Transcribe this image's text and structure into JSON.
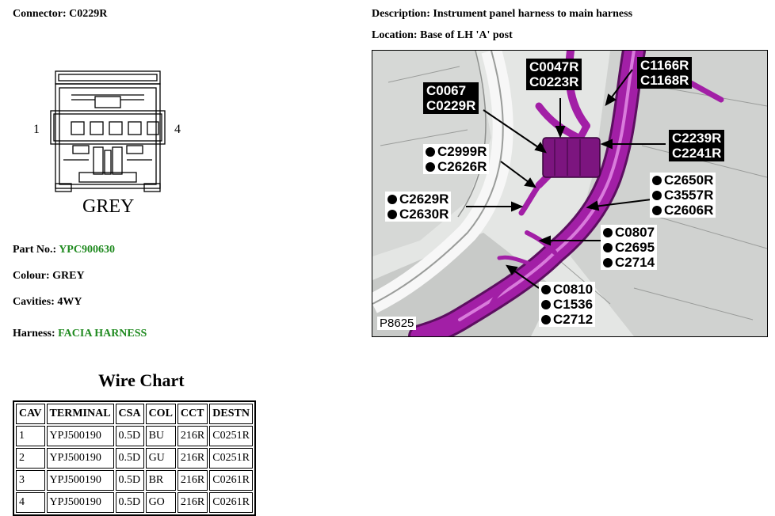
{
  "header": {
    "connector_label": "Connector:",
    "connector_value": "C0229R",
    "description_label": "Description:",
    "description_value": "Instrument panel harness to main harness",
    "location_label": "Location:",
    "location_value": "Base of LH 'A' post"
  },
  "connector_drawing": {
    "pin_left": "1",
    "pin_right": "4",
    "color_text": "GREY"
  },
  "details": {
    "part_label": "Part No.:",
    "part_value": "YPC900630",
    "colour_label": "Colour:",
    "colour_value": "GREY",
    "cavities_label": "Cavities:",
    "cavities_value": "4WY",
    "harness_label": "Harness:",
    "harness_value": "FACIA HARNESS",
    "link_color": "#1f8a1f"
  },
  "wire_chart": {
    "title": "Wire Chart",
    "headers": [
      "CAV",
      "TERMINAL",
      "CSA",
      "COL",
      "CCT",
      "DESTN"
    ],
    "rows": [
      [
        "1",
        "YPJ500190",
        "0.5D",
        "BU",
        "216R",
        "C0251R"
      ],
      [
        "2",
        "YPJ500190",
        "0.5D",
        "GU",
        "216R",
        "C0251R"
      ],
      [
        "3",
        "YPJ500190",
        "0.5D",
        "BR",
        "216R",
        "C0261R"
      ],
      [
        "4",
        "YPJ500190",
        "0.5D",
        "GO",
        "216R",
        "C0261R"
      ]
    ]
  },
  "photo": {
    "harness_color": "#a21fa6",
    "plate_number": "P8625",
    "callouts": {
      "c1": [
        "C0067",
        "C0229R"
      ],
      "c2": [
        "C0047R",
        "C0223R"
      ],
      "c3": [
        "C1166R",
        "C1168R"
      ],
      "c4": [
        "C2239R",
        "C2241R"
      ],
      "c5": [
        "C2999R",
        "C2626R"
      ],
      "c6": [
        "C2650R",
        "C3557R",
        "C2606R"
      ],
      "c7": [
        "C2629R",
        "C2630R"
      ],
      "c8": [
        "C0807",
        "C2695",
        "C2714"
      ],
      "c9": [
        "C0810",
        "C1536",
        "C2712"
      ]
    }
  }
}
